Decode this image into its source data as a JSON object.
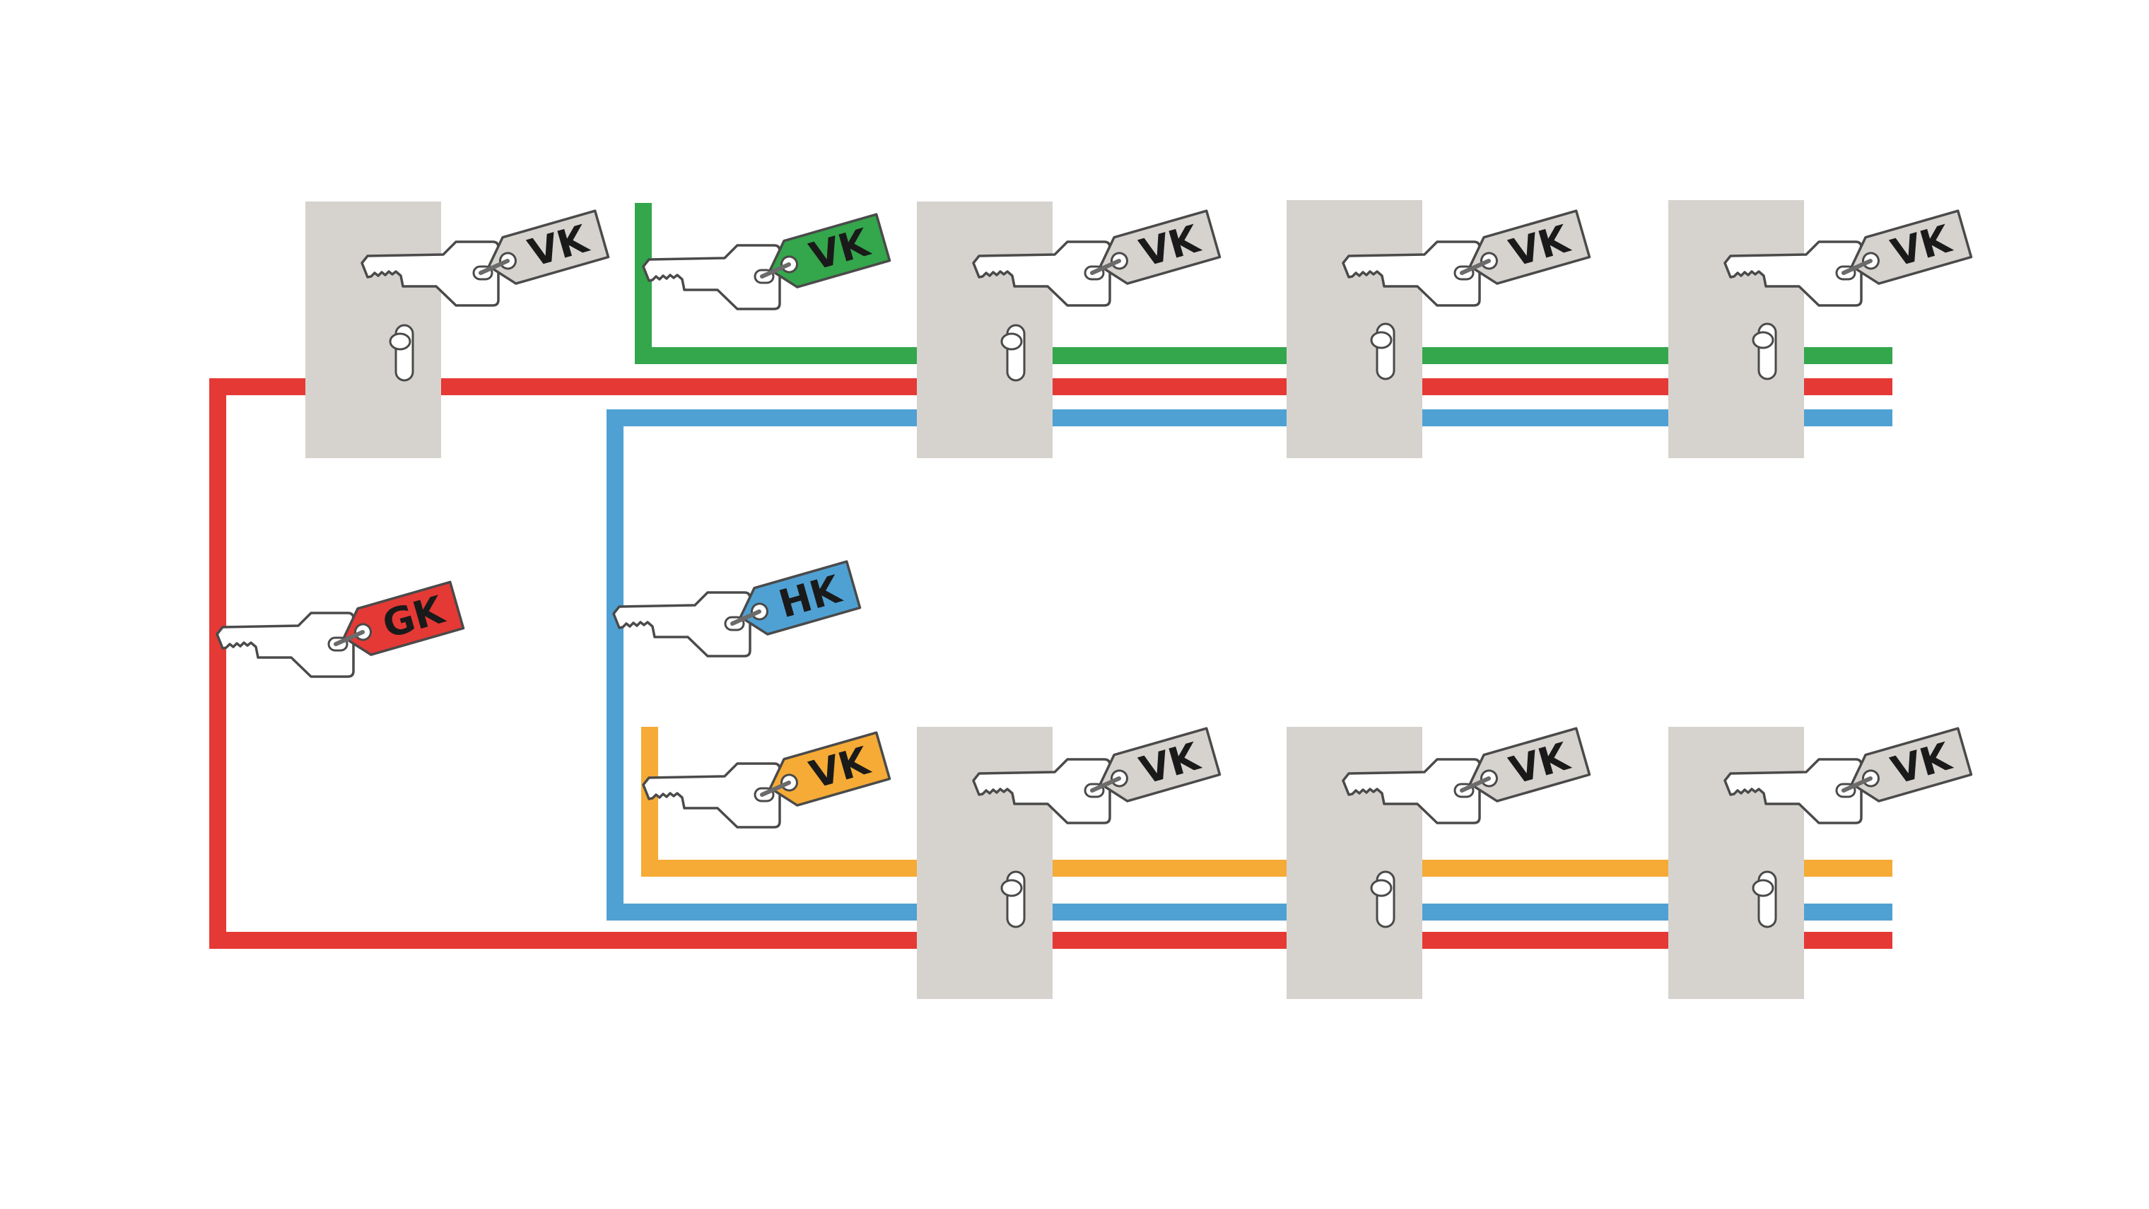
{
  "diagram": {
    "type": "master-key-system",
    "colors": {
      "door": "#d6d3cf",
      "red": "#e53935",
      "green": "#34a64b",
      "blue": "#4fa1d3",
      "orange": "#f5ab35",
      "neutral_tag": "#d6d3cf",
      "outline": "#4a4a4a"
    },
    "keys": [
      {
        "id": "gk",
        "label": "GK",
        "tag_color": "red"
      },
      {
        "id": "hk",
        "label": "HK",
        "tag_color": "blue"
      },
      {
        "id": "vk-green",
        "label": "VK",
        "tag_color": "green"
      },
      {
        "id": "vk-orange",
        "label": "VK",
        "tag_color": "orange"
      },
      {
        "id": "door-1-key",
        "label": "VK",
        "tag_color": "neutral_tag"
      },
      {
        "id": "door-2-key",
        "label": "VK",
        "tag_color": "neutral_tag"
      },
      {
        "id": "door-3-key",
        "label": "VK",
        "tag_color": "neutral_tag"
      },
      {
        "id": "door-4-key",
        "label": "VK",
        "tag_color": "neutral_tag"
      },
      {
        "id": "door-5-key",
        "label": "VK",
        "tag_color": "neutral_tag"
      },
      {
        "id": "door-6-key",
        "label": "VK",
        "tag_color": "neutral_tag"
      },
      {
        "id": "door-7-key",
        "label": "VK",
        "tag_color": "neutral_tag"
      }
    ],
    "doors": [
      {
        "id": "door-1",
        "row": "top",
        "opened_by": [
          "GK"
        ]
      },
      {
        "id": "door-2",
        "row": "top",
        "opened_by": [
          "GK",
          "HK",
          "VK-green"
        ]
      },
      {
        "id": "door-3",
        "row": "top",
        "opened_by": [
          "GK",
          "HK",
          "VK-green"
        ]
      },
      {
        "id": "door-4",
        "row": "top",
        "opened_by": [
          "GK",
          "HK",
          "VK-green"
        ]
      },
      {
        "id": "door-5",
        "row": "bottom",
        "opened_by": [
          "GK",
          "HK",
          "VK-orange"
        ]
      },
      {
        "id": "door-6",
        "row": "bottom",
        "opened_by": [
          "GK",
          "HK",
          "VK-orange"
        ]
      },
      {
        "id": "door-7",
        "row": "bottom",
        "opened_by": [
          "GK",
          "HK",
          "VK-orange"
        ]
      }
    ]
  }
}
